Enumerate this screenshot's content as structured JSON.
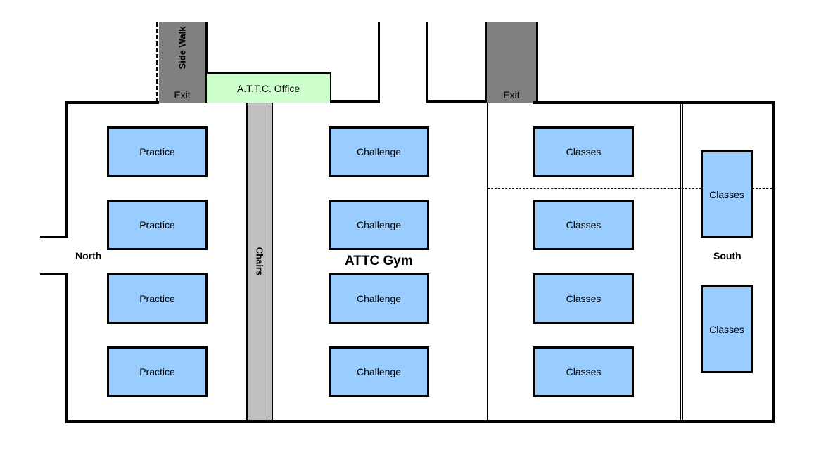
{
  "building": {
    "gym_label": "ATTC Gym",
    "north_label": "North",
    "south_label": "South",
    "chairs_label": "Chairs",
    "office_label": "A.T.T.C. Office",
    "sidewalk_label": "Side Walk",
    "exits": [
      "Exit",
      "Exit"
    ]
  },
  "tables": {
    "practice": [
      "Practice",
      "Practice",
      "Practice",
      "Practice"
    ],
    "challenge": [
      "Challenge",
      "Challenge",
      "Challenge",
      "Challenge"
    ],
    "classes_center": [
      "Classes",
      "Classes",
      "Classes",
      "Classes"
    ],
    "classes_south": [
      "Classes",
      "Classes"
    ]
  },
  "colors": {
    "table_fill": "#99ccff",
    "office_fill": "#ccffcc",
    "wall": "#000000",
    "exit_gray": "#808080",
    "chairs_gray": "#c0c0c0"
  }
}
